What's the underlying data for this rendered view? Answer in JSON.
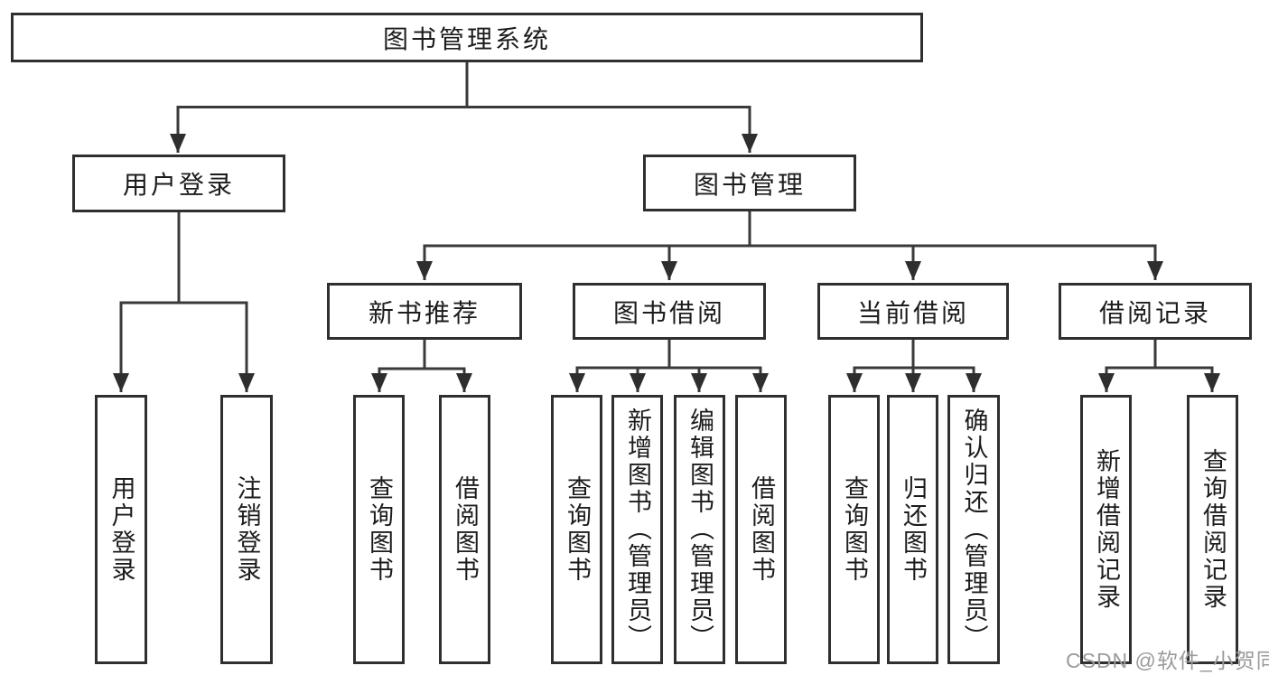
{
  "diagram": {
    "type": "hierarchy-tree",
    "title": "图书管理系统",
    "colors": {
      "background": "#ffffff",
      "line": "#3a3a3a",
      "box_border": "#2f2f2f",
      "text": "#1c1c1c",
      "watermark": "#9b9b9b"
    },
    "nodes": {
      "root": {
        "label": "图书管理系统"
      },
      "level2": [
        {
          "label": "用户登录",
          "parent": "图书管理系统"
        },
        {
          "label": "图书管理",
          "parent": "图书管理系统"
        }
      ],
      "level3": [
        {
          "label": "新书推荐",
          "parent": "图书管理"
        },
        {
          "label": "图书借阅",
          "parent": "图书管理"
        },
        {
          "label": "当前借阅",
          "parent": "图书管理"
        },
        {
          "label": "借阅记录",
          "parent": "图书管理"
        }
      ],
      "leaves": [
        {
          "label": "用户登录",
          "parent": "用户登录"
        },
        {
          "label": "注销登录",
          "parent": "用户登录"
        },
        {
          "label": "查询图书",
          "parent": "新书推荐"
        },
        {
          "label": "借阅图书",
          "parent": "新书推荐"
        },
        {
          "label": "查询图书",
          "parent": "图书借阅"
        },
        {
          "label": "新增图书（管理员）",
          "parent": "图书借阅"
        },
        {
          "label": "编辑图书（管理员）",
          "parent": "图书借阅"
        },
        {
          "label": "借阅图书",
          "parent": "图书借阅"
        },
        {
          "label": "查询图书",
          "parent": "当前借阅"
        },
        {
          "label": "归还图书",
          "parent": "当前借阅"
        },
        {
          "label": "确认归还（管理员）",
          "parent": "当前借阅"
        },
        {
          "label": "新增借阅记录",
          "parent": "借阅记录"
        },
        {
          "label": "查询借阅记录",
          "parent": "借阅记录"
        }
      ]
    },
    "watermark": {
      "text": "CSDN @软件_小贺同学"
    }
  }
}
